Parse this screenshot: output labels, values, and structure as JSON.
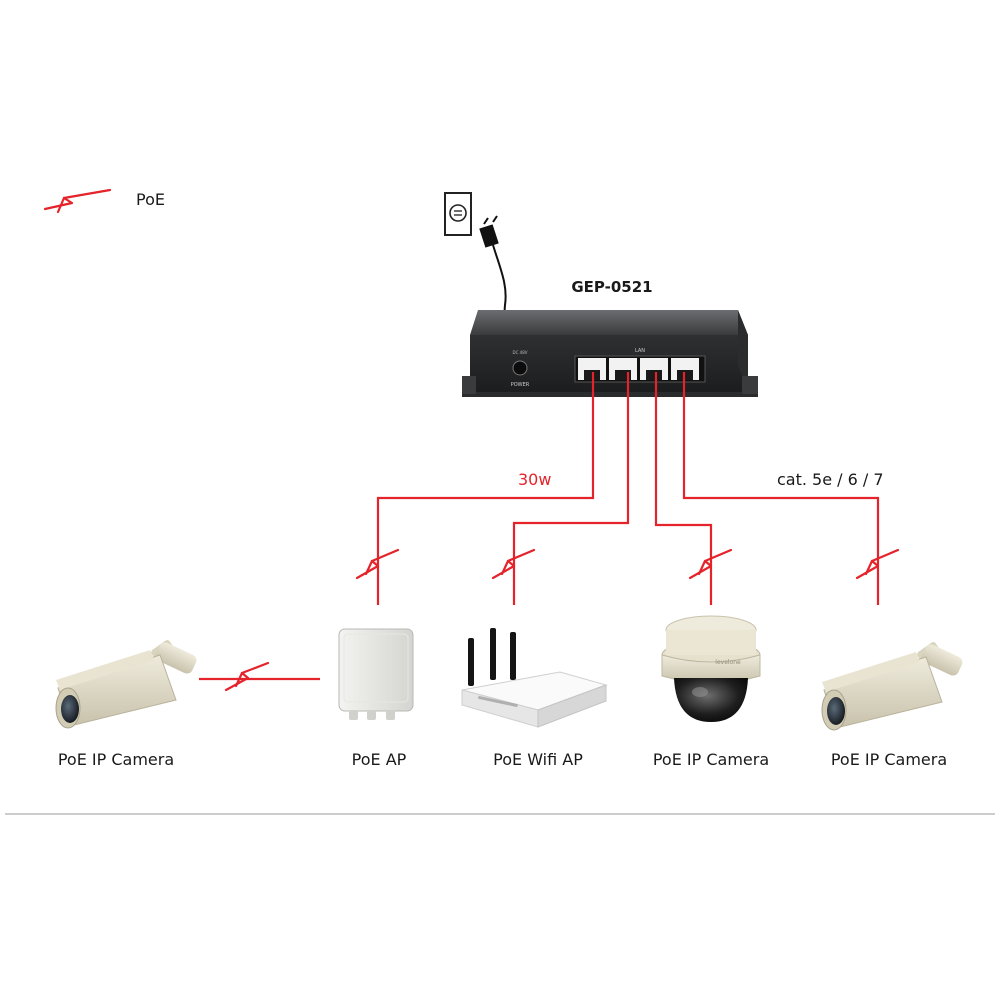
{
  "legend": {
    "label": "PoE"
  },
  "switch": {
    "model": "GEP-0521",
    "power_label": "POWER",
    "lan_label": "LAN",
    "dc_label": "DC 48V"
  },
  "annotations": {
    "power_budget": "30w",
    "cable_type": "cat. 5e / 6 / 7"
  },
  "devices": [
    {
      "label": "PoE IP Camera"
    },
    {
      "label": "PoE AP"
    },
    {
      "label": "PoE Wifi AP"
    },
    {
      "label": "PoE IP Camera"
    },
    {
      "label": "PoE IP Camera"
    }
  ],
  "dome_brand": "levelone",
  "colors": {
    "poe": "#e4232a",
    "device_body": "#ddd8c4",
    "switch_body": "#3f4042"
  }
}
